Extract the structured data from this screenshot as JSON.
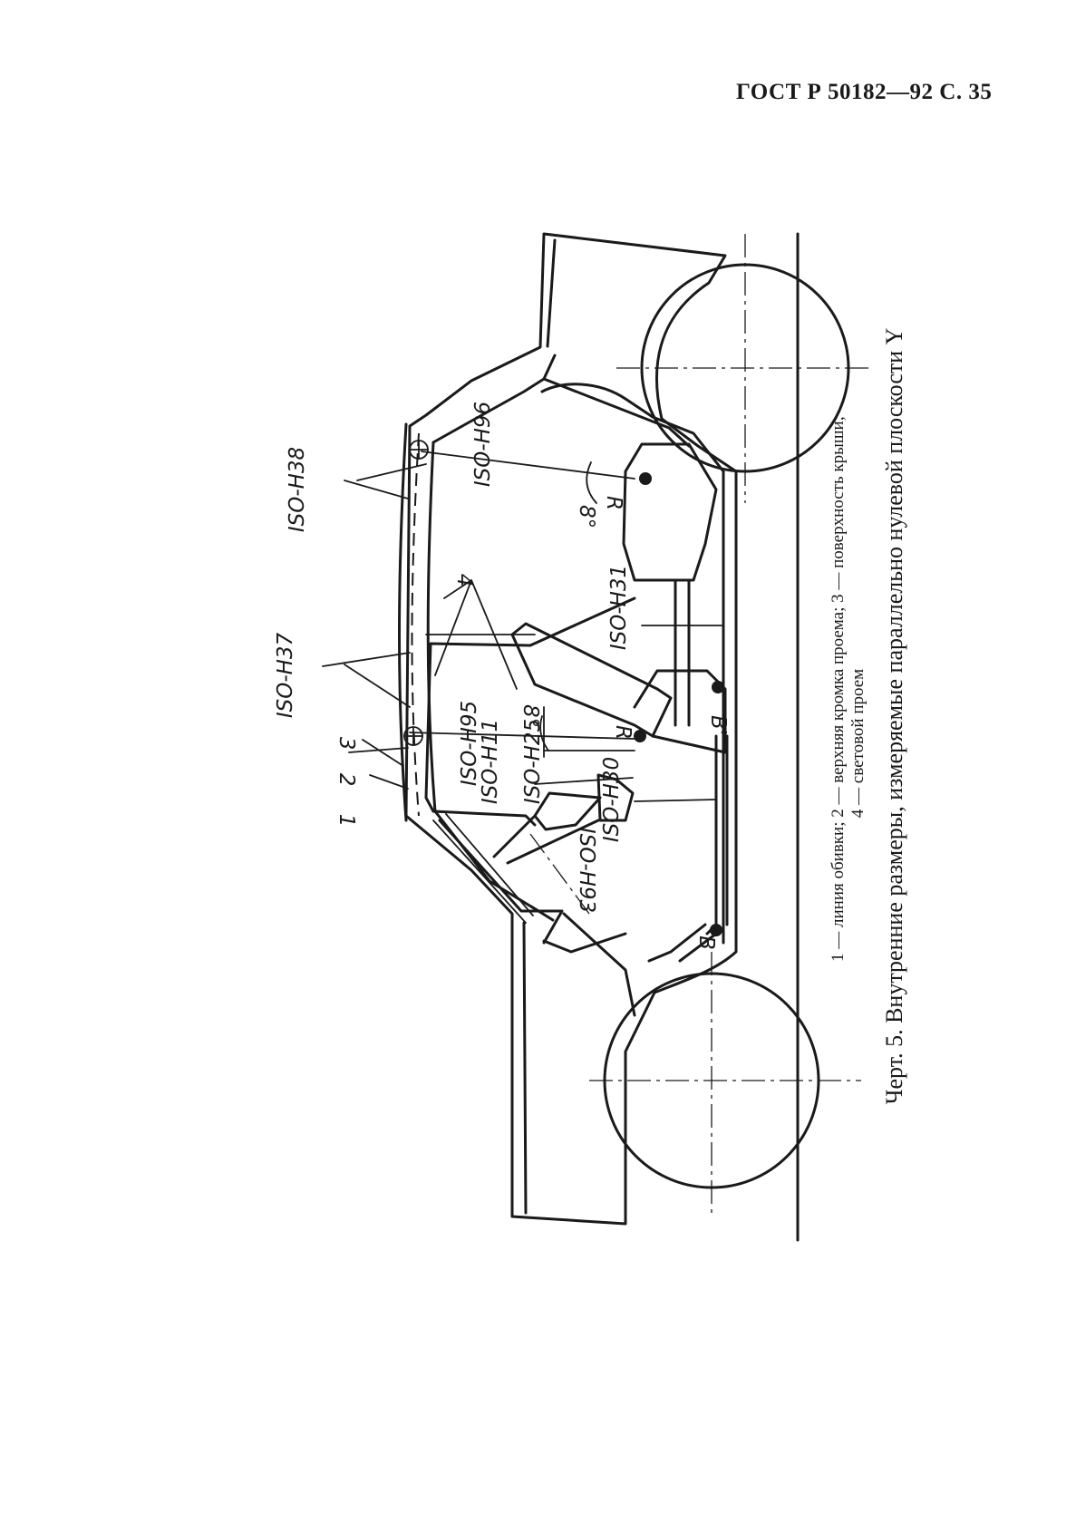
{
  "header": {
    "text": "ГОСТ Р 50182—92 С. 35"
  },
  "caption": {
    "legend_line1": "1 — линия обивки;   2 — верхняя кромка проема;   3 — поверхность крыши;",
    "legend_line2": "4 — световой проем",
    "title": "Черт. 5. Внутренние размеры, измеряемые параллельно нулевой плоскости Y"
  },
  "labels": {
    "h38": "ISO-H38",
    "h37": "ISO-H37",
    "h96": "ISO-H96",
    "h95": "ISO-H95",
    "h31": "ISO-H31",
    "h11": "ISO-H11",
    "h25": "ISO-H25",
    "h30": "ISO-H30",
    "h93": "ISO-H93",
    "n1": "1",
    "n2": "2",
    "n3": "3",
    "n4": "4",
    "r_rear": "R",
    "r_front": "R",
    "angle_rear": "8°",
    "angle_front": "8°",
    "b": "B",
    "b_prime": "B'"
  }
}
